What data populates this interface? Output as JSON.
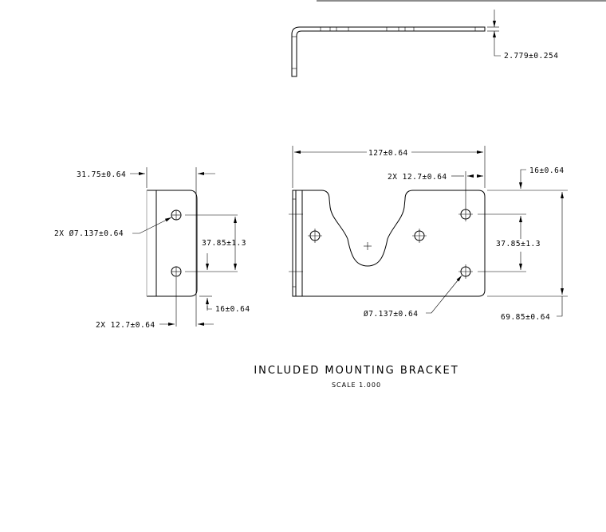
{
  "drawing": {
    "title": "INCLUDED MOUNTING BRACKET",
    "scale": "SCALE 1.000",
    "side_view": {
      "thickness": "2.779±0.254"
    },
    "left_view": {
      "width": "31.75±0.64",
      "hole_dia": "2X Ø7.137±0.64",
      "hole_spacing": "37.85±1.3",
      "edge_offset": "16±0.64",
      "hole_offset": "2X 12.7±0.64"
    },
    "front_view": {
      "length": "127±0.64",
      "hole_offset": "2X 12.7±0.64",
      "edge_offset": "16±0.64",
      "hole_spacing": "37.85±1.3",
      "hole_dia": "Ø7.137±0.64",
      "height": "69.85±0.64"
    }
  }
}
